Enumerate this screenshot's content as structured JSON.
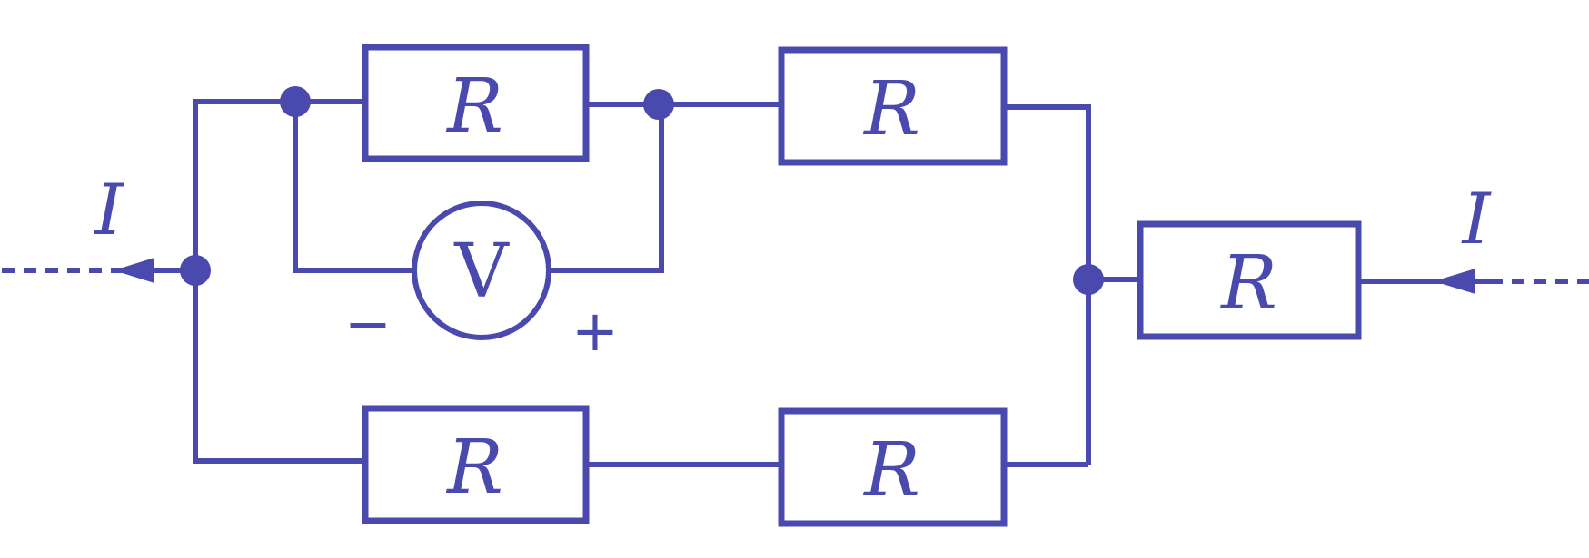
{
  "diagram": {
    "resistor_label": "R",
    "voltmeter_label": "V",
    "current_label": "I",
    "minus_sign": "−",
    "plus_sign": "+",
    "colors": {
      "ink": "#4a4aae",
      "background": "#ffffff"
    }
  }
}
